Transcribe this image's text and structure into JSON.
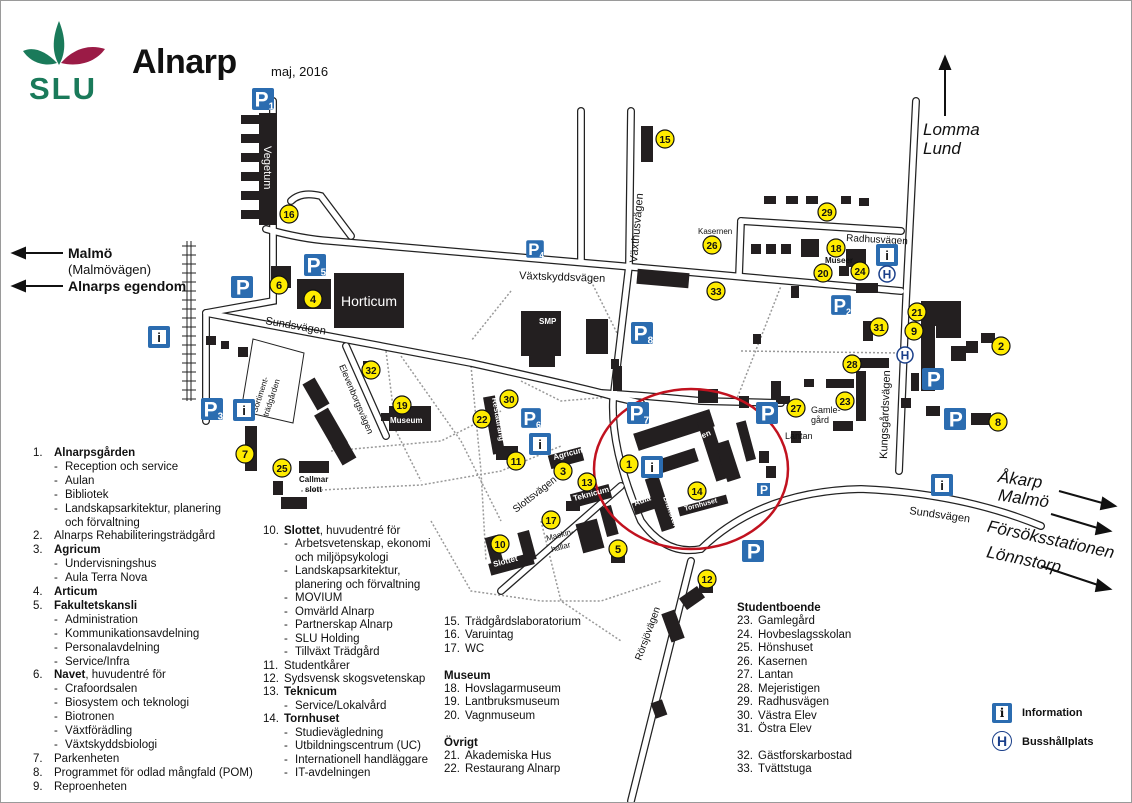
{
  "header": {
    "title": "Alnarp",
    "date": "maj, 2016",
    "logo": "SLU"
  },
  "colors": {
    "building": "#231f20",
    "marker": "#ffec00",
    "parking": "#2b6cb0",
    "logo_green": "#1a7a5a",
    "logo_red": "#9b1b46",
    "highlight": "#c1121f"
  },
  "destinations": {
    "malmo": "Malmö",
    "malmovagen": "(Malmövägen)",
    "egendom": "Alnarps egendom",
    "lomma": "Lomma",
    "lund": "Lund",
    "akarp": "Åkarp",
    "malmo2": "Malmö",
    "forsok": "Försöksstationen",
    "lonnstorp": "Lönnstorp"
  },
  "roads": {
    "sundsvagen_w": "Sundsvägen",
    "sundsvagen_e": "Sundsvägen",
    "vaxtskyddsvagen": "Växtskyddsvägen",
    "vaxthusvagen": "Växthusvägen",
    "radhusvagen": "Radhusvägen",
    "kungsgardsvagen": "Kungsgårdsvägen",
    "elevenborgsvagen": "Elevenborgsvägen",
    "slottsvagen": "Slottsvägen",
    "rorsjovagen": "Rörsjövägen",
    "vegetum": "Vegetum"
  },
  "buildings": {
    "horticum": "Horticum",
    "smp": "SMP",
    "sortiment": "Sortiment-",
    "tradgarden": "trädgården",
    "museum": "Museum",
    "restaurang": "Restaurang",
    "agricum": "Agricum",
    "teknicum": "Teknicum",
    "maskin1": "Maskin-",
    "maskin2": "hallar",
    "slottet": "Slottet",
    "callmar1": "Callmar",
    "callmar2": "slott",
    "alnarpsgarden": "Alnarpsgården",
    "aula": "Aula",
    "bibliotek": "Bibliotek",
    "tornhuset": "Tornhuset",
    "kasernen": "Kasernen",
    "museer": "Museer",
    "lantan": "Lantan",
    "gamle1": "Gamle-",
    "gamle2": "gård"
  },
  "markers": [
    "1",
    "2",
    "3",
    "4",
    "5",
    "6",
    "7",
    "8",
    "9",
    "10",
    "11",
    "12",
    "13",
    "14",
    "15",
    "16",
    "17",
    "18",
    "19",
    "20",
    "21",
    "22",
    "23",
    "24",
    "25",
    "26",
    "27",
    "28",
    "29",
    "30",
    "31",
    "32",
    "33"
  ],
  "parking": {
    "p": "P",
    "subs": [
      "1",
      "",
      "5",
      "4",
      "8",
      "2",
      "3",
      "6",
      "7",
      "",
      "",
      "",
      ""
    ]
  },
  "info_icon": "i",
  "bus_icon": "H",
  "legend": {
    "col1": [
      {
        "n": "1.",
        "t": "Alnarpsgården",
        "b": true
      },
      {
        "s": true,
        "t": "Reception och service"
      },
      {
        "s": true,
        "t": "Aulan"
      },
      {
        "s": true,
        "t": "Bibliotek"
      },
      {
        "s": true,
        "t": "Landskapsarkitektur, planering"
      },
      {
        "c": true,
        "t": "och förvaltning"
      },
      {
        "n": "2.",
        "t": "Alnarps Rehabiliteringsträdgård"
      },
      {
        "n": "3.",
        "t": "Agricum",
        "b": true
      },
      {
        "s": true,
        "t": "Undervisningshus"
      },
      {
        "s": true,
        "t": "Aula Terra Nova"
      },
      {
        "n": "4.",
        "t": "Articum",
        "b": true
      },
      {
        "n": "5.",
        "t": "Fakultetskansli",
        "b": true
      },
      {
        "s": true,
        "t": "Administration"
      },
      {
        "s": true,
        "t": "Kommunikationsavdelning"
      },
      {
        "s": true,
        "t": "Personalavdelning"
      },
      {
        "s": true,
        "t": "Service/Infra"
      },
      {
        "n": "6.",
        "t": "Navet",
        "b": true,
        "r": ", huvudentré för"
      },
      {
        "s": true,
        "t": "Crafoordsalen"
      },
      {
        "s": true,
        "t": "Biosystem och teknologi"
      },
      {
        "s": true,
        "t": "Biotronen"
      },
      {
        "s": true,
        "t": "Växtförädling"
      },
      {
        "s": true,
        "t": "Växtskyddsbiologi"
      },
      {
        "n": "7.",
        "t": "Parkenheten"
      },
      {
        "n": "8.",
        "t": "Programmet för odlad mångfald (POM)"
      },
      {
        "n": "9.",
        "t": "Reproenheten"
      }
    ],
    "col2": [
      {
        "n": "10.",
        "t": "Slottet",
        "b": true,
        "r": ", huvudentré för"
      },
      {
        "s": true,
        "t": "Arbetsvetenskap, ekonomi"
      },
      {
        "c": true,
        "t": "och miljöpsykologi"
      },
      {
        "s": true,
        "t": "Landskapsarkitektur,"
      },
      {
        "c": true,
        "t": "planering och förvaltning"
      },
      {
        "s": true,
        "t": "MOVIUM"
      },
      {
        "s": true,
        "t": "Omvärld Alnarp"
      },
      {
        "s": true,
        "t": "Partnerskap Alnarp"
      },
      {
        "s": true,
        "t": "SLU Holding"
      },
      {
        "s": true,
        "t": "Tillväxt Trädgård"
      },
      {
        "n": "11.",
        "t": "Studentkårer"
      },
      {
        "n": "12.",
        "t": "Sydsvensk skogsvetenskap"
      },
      {
        "n": "13.",
        "t": "Teknicum",
        "b": true
      },
      {
        "s": true,
        "t": "Service/Lokalvård"
      },
      {
        "n": "14.",
        "t": "Tornhuset",
        "b": true
      },
      {
        "s": true,
        "t": "Studievägledning"
      },
      {
        "s": true,
        "t": "Utbildningscentrum (UC)"
      },
      {
        "s": true,
        "t": "Internationell handläggare"
      },
      {
        "s": true,
        "t": "IT-avdelningen"
      }
    ],
    "col3": [
      {
        "n": "15.",
        "t": "Trädgårdslaboratorium"
      },
      {
        "n": "16.",
        "t": "Varuintag"
      },
      {
        "n": "17.",
        "t": "WC"
      },
      {
        "gap": true
      },
      {
        "h": true,
        "t": "Museum"
      },
      {
        "n": "18.",
        "t": "Hovslagarmuseum"
      },
      {
        "n": "19.",
        "t": "Lantbruksmuseum"
      },
      {
        "n": "20.",
        "t": "Vagnmuseum"
      },
      {
        "gap": true
      },
      {
        "h": true,
        "t": "Övrigt"
      },
      {
        "n": "21.",
        "t": "Akademiska Hus"
      },
      {
        "n": "22.",
        "t": "Restaurang Alnarp"
      }
    ],
    "col4": [
      {
        "h": true,
        "t": "Studentboende"
      },
      {
        "n": "23.",
        "t": "Gamlegård"
      },
      {
        "n": "24.",
        "t": "Hovbeslagsskolan"
      },
      {
        "n": "25.",
        "t": "Hönshuset"
      },
      {
        "n": "26.",
        "t": "Kasernen"
      },
      {
        "n": "27.",
        "t": "Lantan"
      },
      {
        "n": "28.",
        "t": "Mejeristigen"
      },
      {
        "n": "29.",
        "t": "Radhusvägen"
      },
      {
        "n": "30.",
        "t": "Västra Elev"
      },
      {
        "n": "31.",
        "t": "Östra Elev"
      },
      {
        "gap": true
      },
      {
        "n": "32.",
        "t": "Gästforskarbostad"
      },
      {
        "n": "33.",
        "t": "Tvättstuga"
      }
    ],
    "key": {
      "information": "Information",
      "bus": "Busshållplats"
    }
  }
}
